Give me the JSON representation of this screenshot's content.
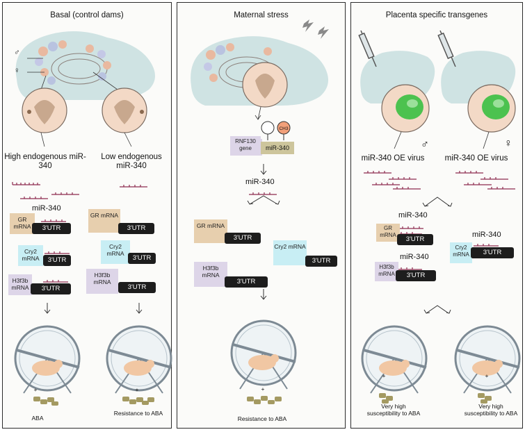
{
  "panels": {
    "basal": {
      "title": "Basal (control dams)",
      "sex_male": "♂",
      "sex_female": "♀",
      "high_label": "High endogenous miR-340",
      "low_label": "Low endogenous miR-340",
      "mir_label": "miR-340",
      "gr": "GR mRNA",
      "cry2": "Cry2 mRNA",
      "h3f3b": "H3f3b mRNA",
      "utr": "3'UTR",
      "plus": "+",
      "outcome_left": "ABA",
      "outcome_right": "Resistance to ABA"
    },
    "stress": {
      "title": "Maternal stress",
      "rnf130": "RNF130 gene",
      "mir_box": "miR-340",
      "ch3": "CH3",
      "mir_label": "miR-340",
      "gr": "GR mRNA",
      "cry2": "Cry2 mRNA",
      "h3f3b": "H3f3b mRNA",
      "utr": "3'UTR",
      "plus": "+",
      "outcome": "Resistance to ABA"
    },
    "transgene": {
      "title": "Placenta specific transgenes",
      "virus_left": "miR-340 OE virus",
      "virus_right": "miR-340 OE virus",
      "sex_male": "♂",
      "sex_female": "♀",
      "mir_label": "miR-340",
      "gr": "GR mRNA",
      "cry2": "Cry2 mRNA",
      "h3f3b": "H3f3b mRNA",
      "utr": "3'UTR",
      "plus": "+",
      "outcome_left": "Very high susceptibility to ABA",
      "outcome_right": "Very high susceptibility to ABA"
    }
  },
  "colors": {
    "mouse": "#cfe3e3",
    "utr_box": "#1d1d1d",
    "gr_box": "#e7cfae",
    "cry2_box": "#c8eef4",
    "h3f3b_box": "#ddd5e8",
    "mirna": "#8c2a4e",
    "placenta_green": "#4cc24f",
    "wheel": "#7d8a94"
  }
}
